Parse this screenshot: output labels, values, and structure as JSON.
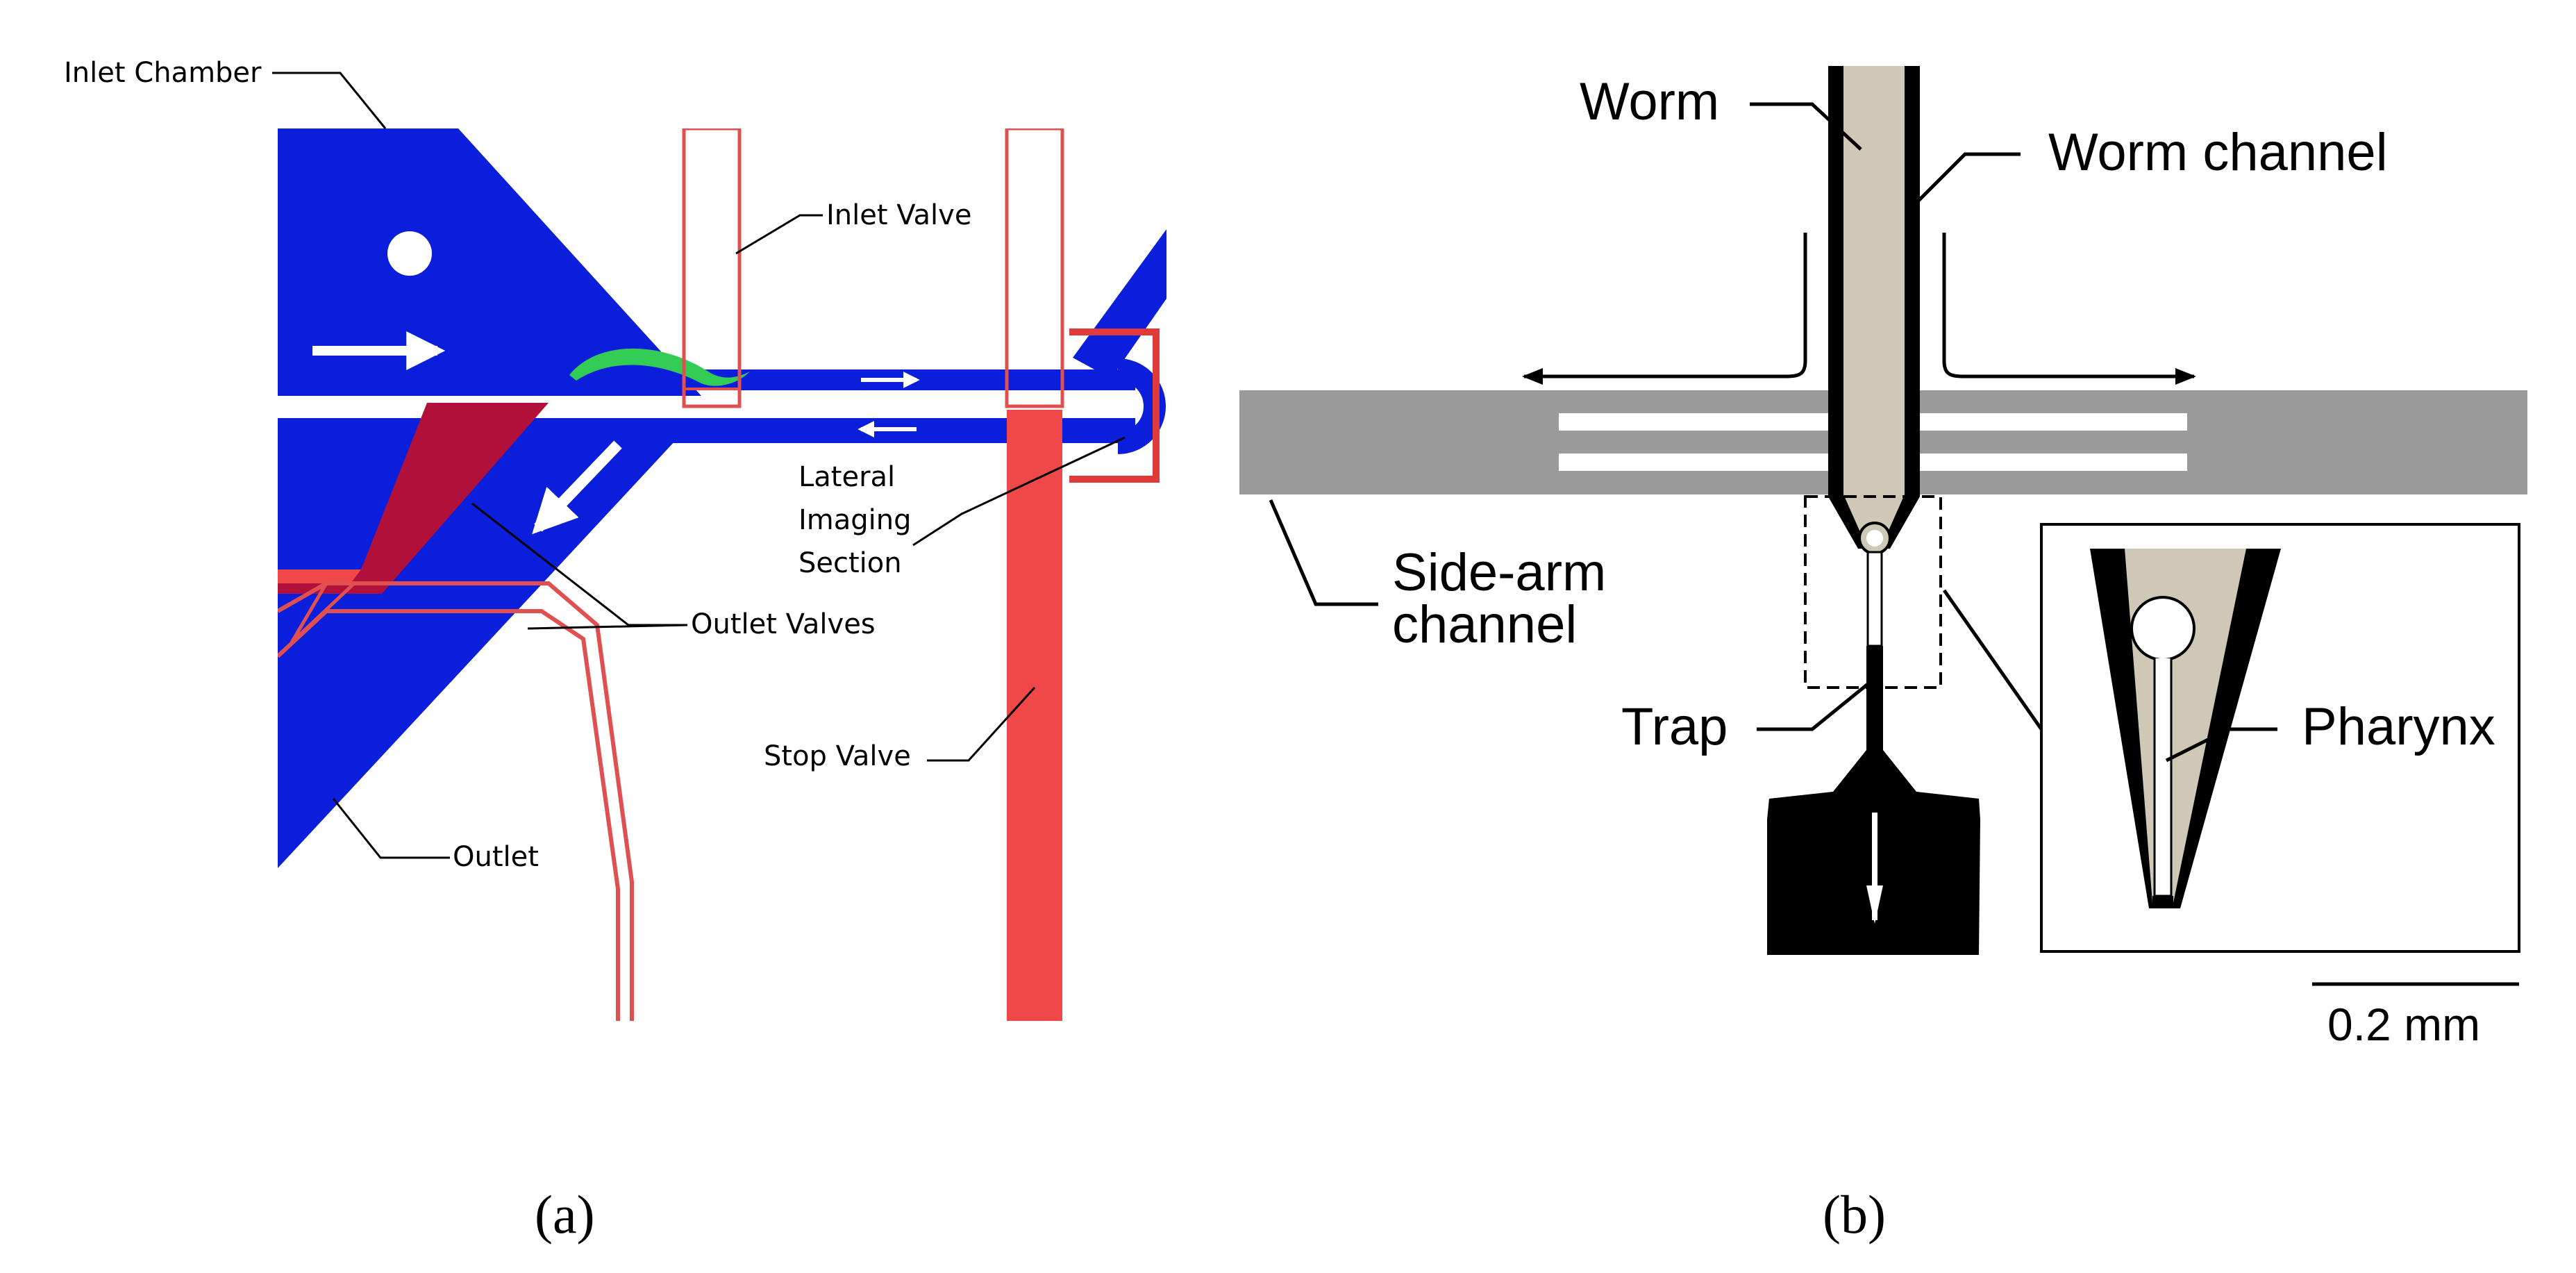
{
  "panel_a": {
    "tag": "(a)",
    "labels": {
      "inlet_chamber": "Inlet Chamber",
      "inlet_valve": "Inlet Valve",
      "lateral_imaging_1": "Lateral",
      "lateral_imaging_2": "Imaging",
      "lateral_imaging_3": "Section",
      "outlet_valves": "Outlet Valves",
      "stop_valve": "Stop Valve",
      "outlet": "Outlet"
    },
    "colors": {
      "channel": "#0a1edc",
      "valve": "#f04848",
      "valve_dark": "#b0103a",
      "worm": "#33cc55"
    }
  },
  "panel_b": {
    "tag": "(b)",
    "labels": {
      "worm": "Worm",
      "worm_channel": "Worm channel",
      "side_arm_1": "Side-arm",
      "side_arm_2": "channel",
      "trap": "Trap",
      "pharynx": "Pharynx",
      "scale": "0.2 mm"
    },
    "colors": {
      "channel_gray": "#9a9a9a",
      "worm_fill": "#cfc8b6",
      "wall": "#000000"
    }
  }
}
